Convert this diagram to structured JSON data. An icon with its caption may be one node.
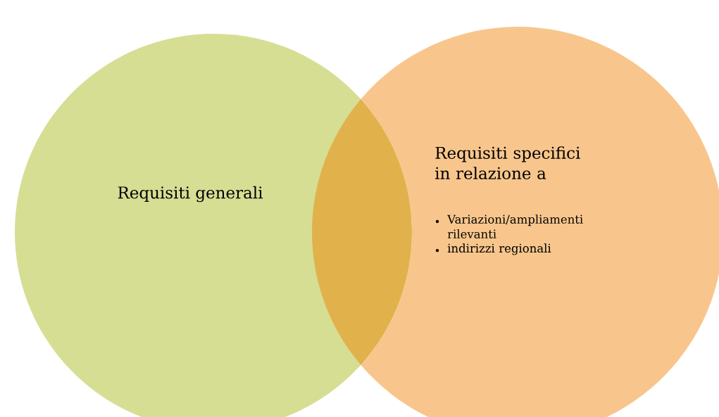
{
  "diagram": {
    "nodes": [
      {
        "text": [
          "Requisiti generali"
        ]
      },
      {
        "text": [
          "Requisiti specifici in relazione a",
          "Variazioni/ampliamenti rilevanti",
          "indirizzi regionali"
        ]
      }
    ]
  }
}
